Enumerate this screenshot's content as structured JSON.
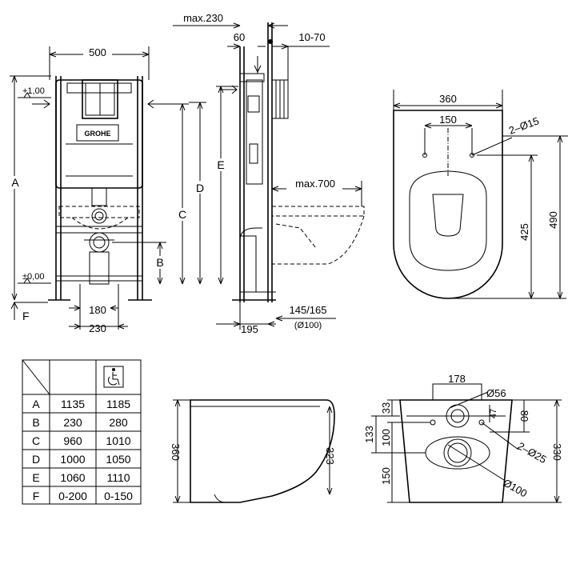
{
  "front_view": {
    "dim_width": "500",
    "dim_180": "180",
    "dim_230": "230",
    "level_top": "+1,00",
    "level_zero": "±0,00",
    "label_a": "A",
    "label_b": "B",
    "label_c": "C",
    "label_d": "D",
    "label_f": "F",
    "brand": "GROHE"
  },
  "side_view": {
    "dim_max230": "max.230",
    "dim_60": "60",
    "dim_10_70": "10-70",
    "label_e": "E",
    "dim_max700": "max.700",
    "dim_195": "195",
    "dim_145_165": "145/165",
    "dim_d100": "(Ø100)"
  },
  "top_view": {
    "dim_360": "360",
    "dim_150": "150",
    "dim_holes": "2–Ø15",
    "dim_425": "425",
    "dim_490": "490"
  },
  "bowl_side": {
    "dim_360": "360",
    "dim_323": "323"
  },
  "bowl_back": {
    "dim_178": "178",
    "dim_d56": "Ø56",
    "dim_47": "47",
    "dim_33": "33",
    "dim_80": "80",
    "dim_133": "133",
    "dim_100": "100",
    "dim_150": "150",
    "dim_330": "330",
    "dim_2d25": "2–Ø25",
    "dim_d100": "Ø100"
  },
  "table": {
    "header_icon": "wheelchair-icon",
    "rows": [
      {
        "label": "A",
        "standard": "1135",
        "accessible": "1185"
      },
      {
        "label": "B",
        "standard": "230",
        "accessible": "280"
      },
      {
        "label": "C",
        "standard": "960",
        "accessible": "1010"
      },
      {
        "label": "D",
        "standard": "1000",
        "accessible": "1050"
      },
      {
        "label": "E",
        "standard": "1060",
        "accessible": "1110"
      },
      {
        "label": "F",
        "standard": "0-200",
        "accessible": "0-150"
      }
    ]
  }
}
